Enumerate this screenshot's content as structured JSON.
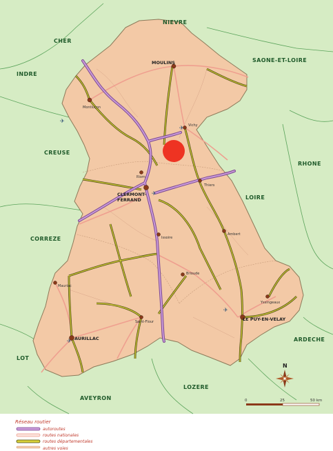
{
  "regions": {
    "nievre": "NIEVRE",
    "cher": "CHER",
    "saone_et_loire": "SAONE-ET-LOIRE",
    "indre": "INDRE",
    "creuse": "CREUSE",
    "rhone": "RHONE",
    "loire": "LOIRE",
    "correze": "CORREZE",
    "ardeche": "ARDECHE",
    "lot": "LOT",
    "aveyron": "AVEYRON",
    "lozere": "LOZERE"
  },
  "cities": {
    "clermont": "CLERMONT-",
    "ferrand": "FERRAND",
    "le_puy": "LE PUY-EN-VELAY",
    "aurillac": "AURILLAC",
    "moulins": "MOULINS",
    "montlucon": "Montluçon",
    "vichy": "Vichy",
    "riom": "Riom",
    "thiers": "Thiers",
    "ambert": "Ambert",
    "issoire": "Issoire",
    "brioude": "Brioude",
    "mauriac": "Mauriac",
    "saint_flour": "Saint-Flour",
    "yssingeaux": "Yssingeaux"
  },
  "legend": {
    "title": "Réseau routier",
    "autoroutes": "autoroutes",
    "nationales": "routes nationales",
    "departementales": "routes départementales",
    "autres": "autres voies"
  },
  "scale": {
    "start": "0",
    "mid": "25",
    "end": "50 km"
  },
  "compass": {
    "north": "N"
  },
  "colors": {
    "background": "#d6ecc4",
    "region_fill": "#f3c9a6",
    "autoroute": "#b07ec4",
    "nationale": "#ef9f8f",
    "departementale": "#b3a21a",
    "marker": "#ee3322"
  }
}
